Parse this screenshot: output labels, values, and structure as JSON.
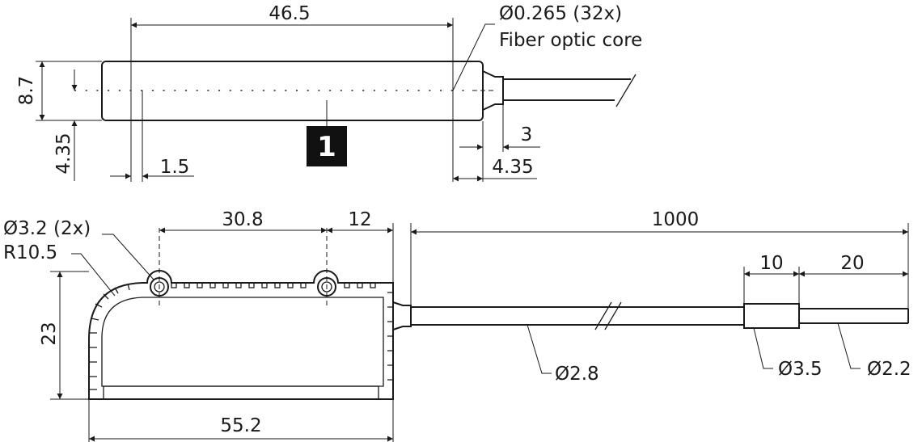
{
  "top_view": {
    "length": "46.5",
    "fiber_core": "Ø0.265 (32x)",
    "fiber_core_label": "Fiber optic core",
    "height": "8.7",
    "offset_y": "4.35",
    "pitch": "1.5",
    "gland": "3",
    "tail": "4.35",
    "callout": "1"
  },
  "side_view": {
    "hole": "Ø3.2 (2x)",
    "radius": "R10.5",
    "hole_spacing": "30.8",
    "hole_end": "12",
    "cable_length": "1000",
    "sleeve_length": "10",
    "tip_length": "20",
    "height": "23",
    "width": "55.2",
    "cable_dia": "Ø2.8",
    "sleeve_dia": "Ø3.5",
    "tip_dia": "Ø2.2"
  }
}
